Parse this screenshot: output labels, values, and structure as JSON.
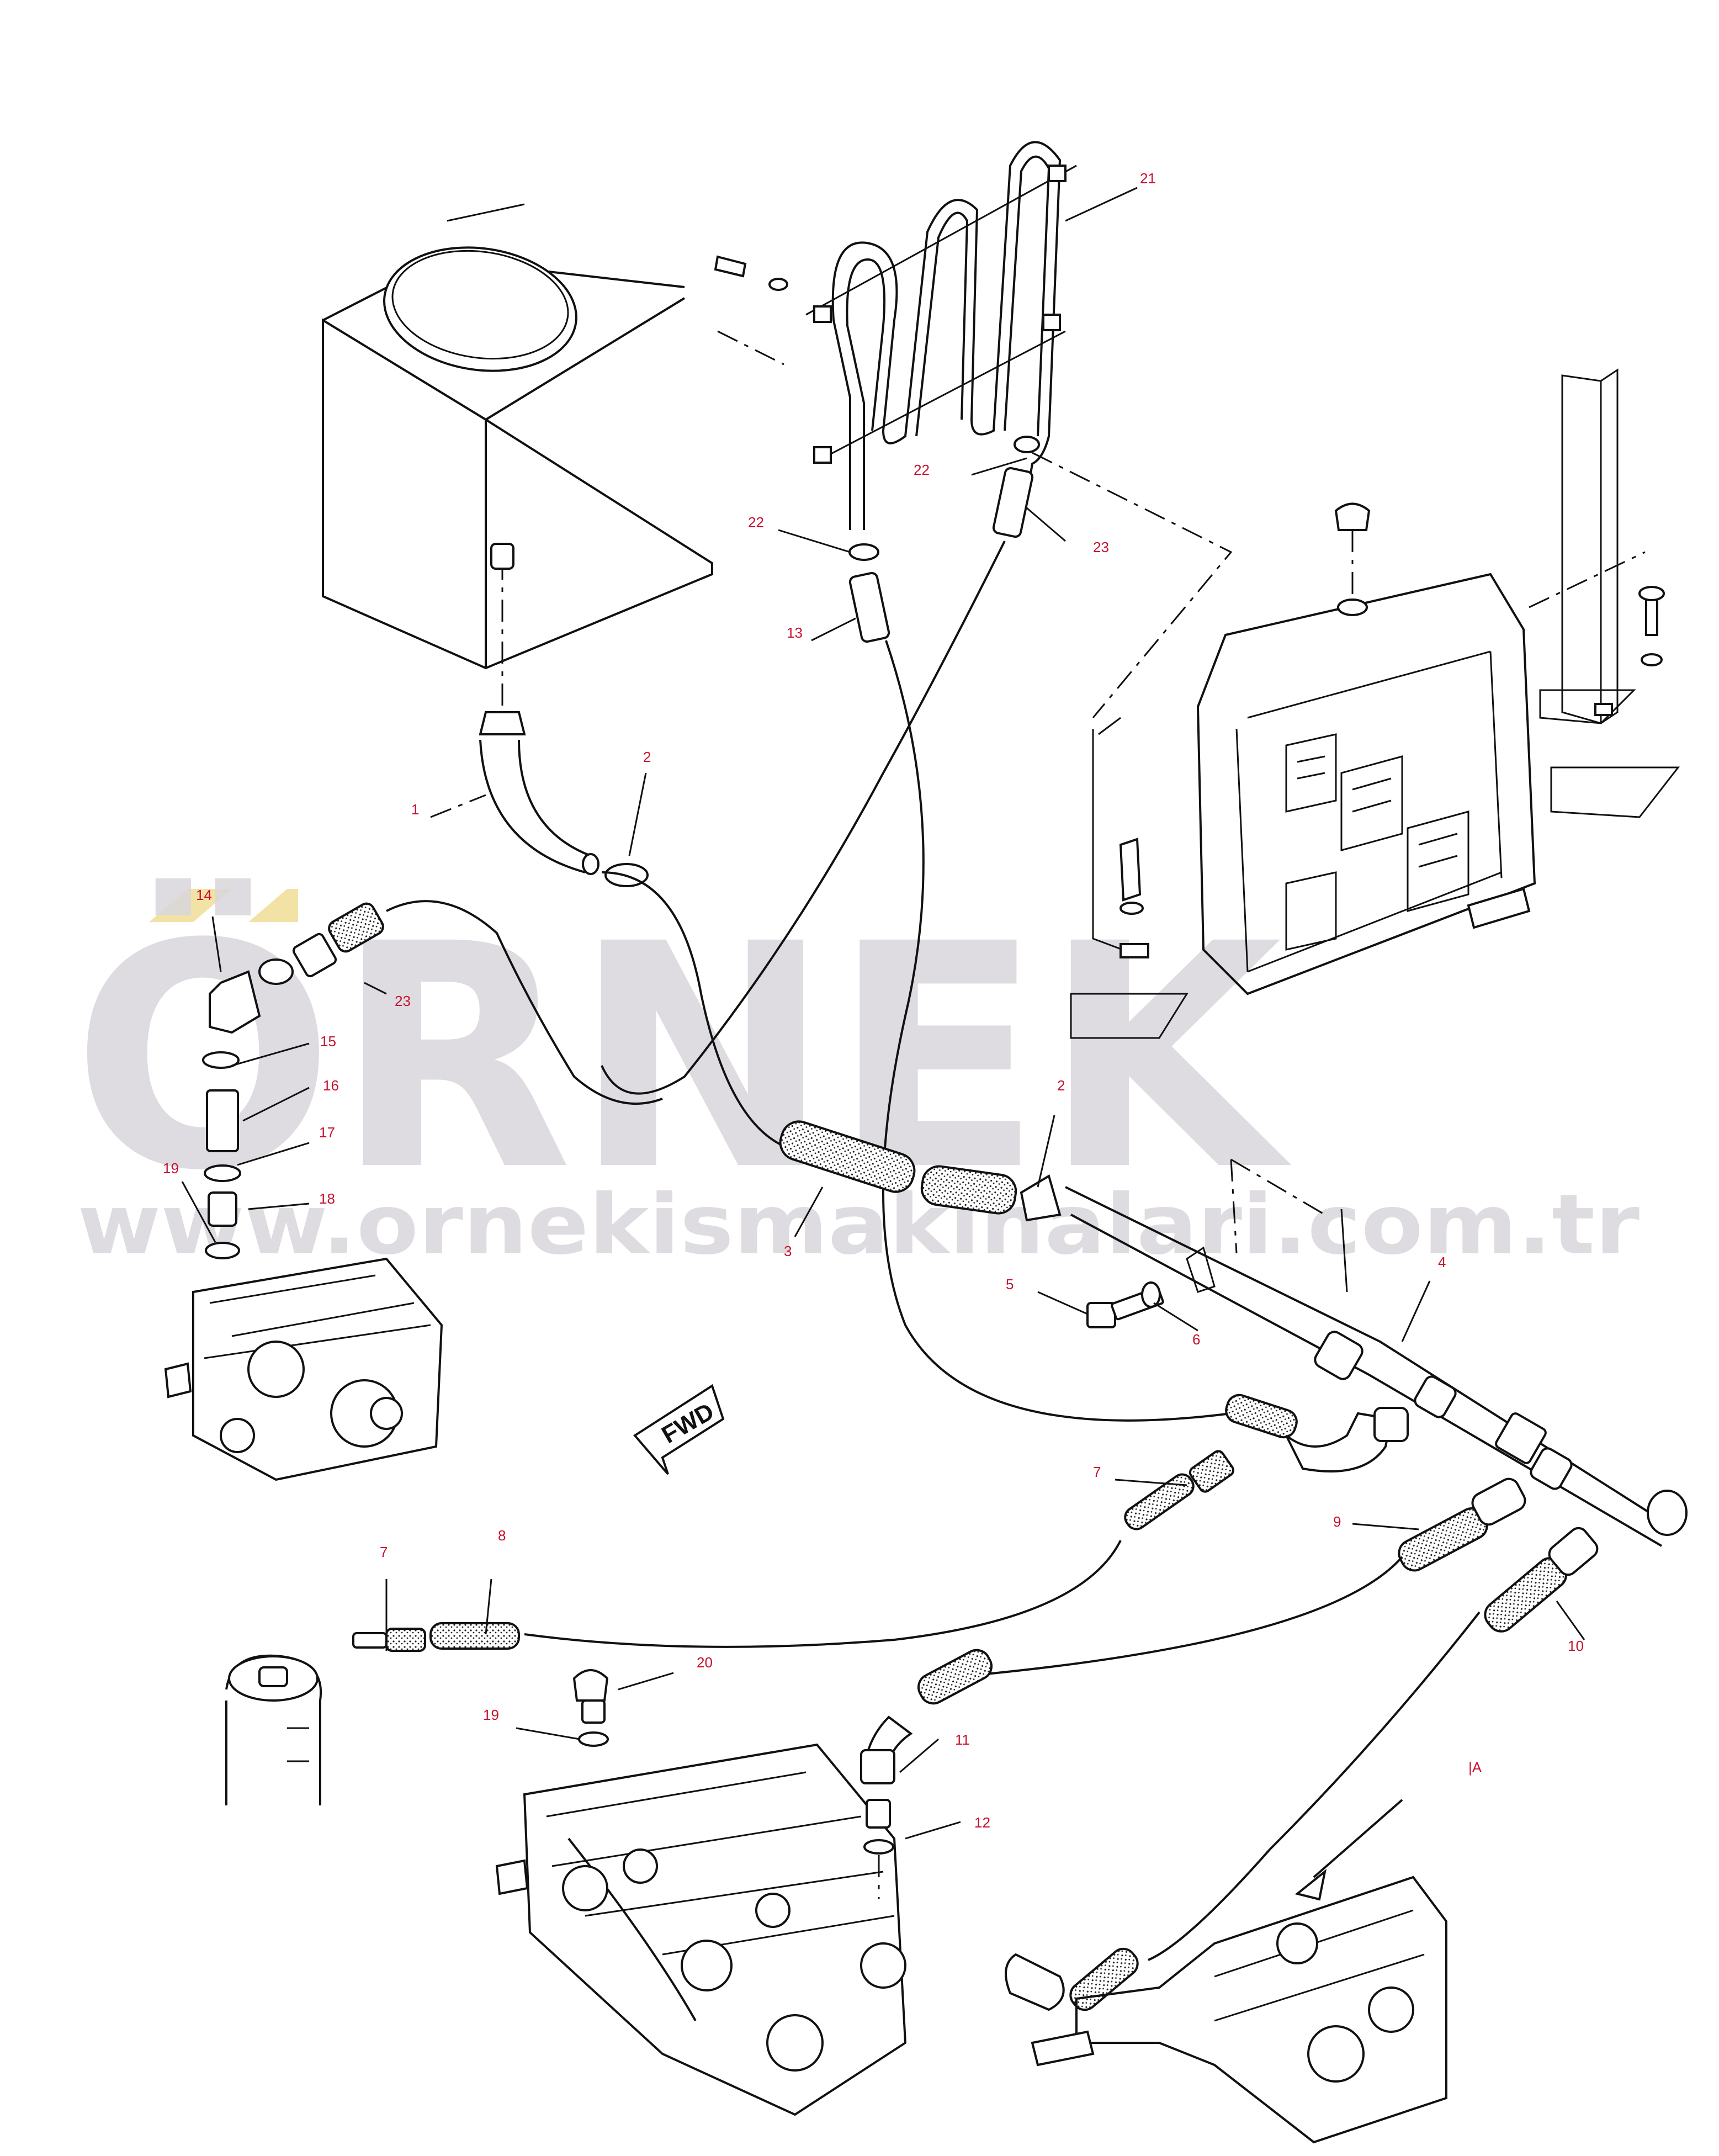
{
  "watermark": {
    "brand": "ÖRNEK",
    "url": "www.ornekismakinalari.com.tr"
  },
  "direction_marker": "FWD",
  "view_marker": "|A",
  "callouts": [
    {
      "id": "c21",
      "label": "21"
    },
    {
      "id": "c22a",
      "label": "22"
    },
    {
      "id": "c22b",
      "label": "22"
    },
    {
      "id": "c23a",
      "label": "23"
    },
    {
      "id": "c13",
      "label": "13"
    },
    {
      "id": "c1",
      "label": "1"
    },
    {
      "id": "c2a",
      "label": "2"
    },
    {
      "id": "c14",
      "label": "14"
    },
    {
      "id": "c23b",
      "label": "23"
    },
    {
      "id": "c15",
      "label": "15"
    },
    {
      "id": "c16",
      "label": "16"
    },
    {
      "id": "c17",
      "label": "17"
    },
    {
      "id": "c19a",
      "label": "19"
    },
    {
      "id": "c18",
      "label": "18"
    },
    {
      "id": "c2b",
      "label": "2"
    },
    {
      "id": "c3",
      "label": "3"
    },
    {
      "id": "c4",
      "label": "4"
    },
    {
      "id": "c5",
      "label": "5"
    },
    {
      "id": "c6",
      "label": "6"
    },
    {
      "id": "c7a",
      "label": "7"
    },
    {
      "id": "c9",
      "label": "9"
    },
    {
      "id": "c10",
      "label": "10"
    },
    {
      "id": "c7b",
      "label": "7"
    },
    {
      "id": "c8",
      "label": "8"
    },
    {
      "id": "c20",
      "label": "20"
    },
    {
      "id": "c19b",
      "label": "19"
    },
    {
      "id": "c11",
      "label": "11"
    },
    {
      "id": "c12",
      "label": "12"
    }
  ],
  "colors": {
    "callout": "#c8102e",
    "line": "#111111",
    "watermark": "#d9d7dc",
    "watermark_accent": "#f3e2a6"
  }
}
